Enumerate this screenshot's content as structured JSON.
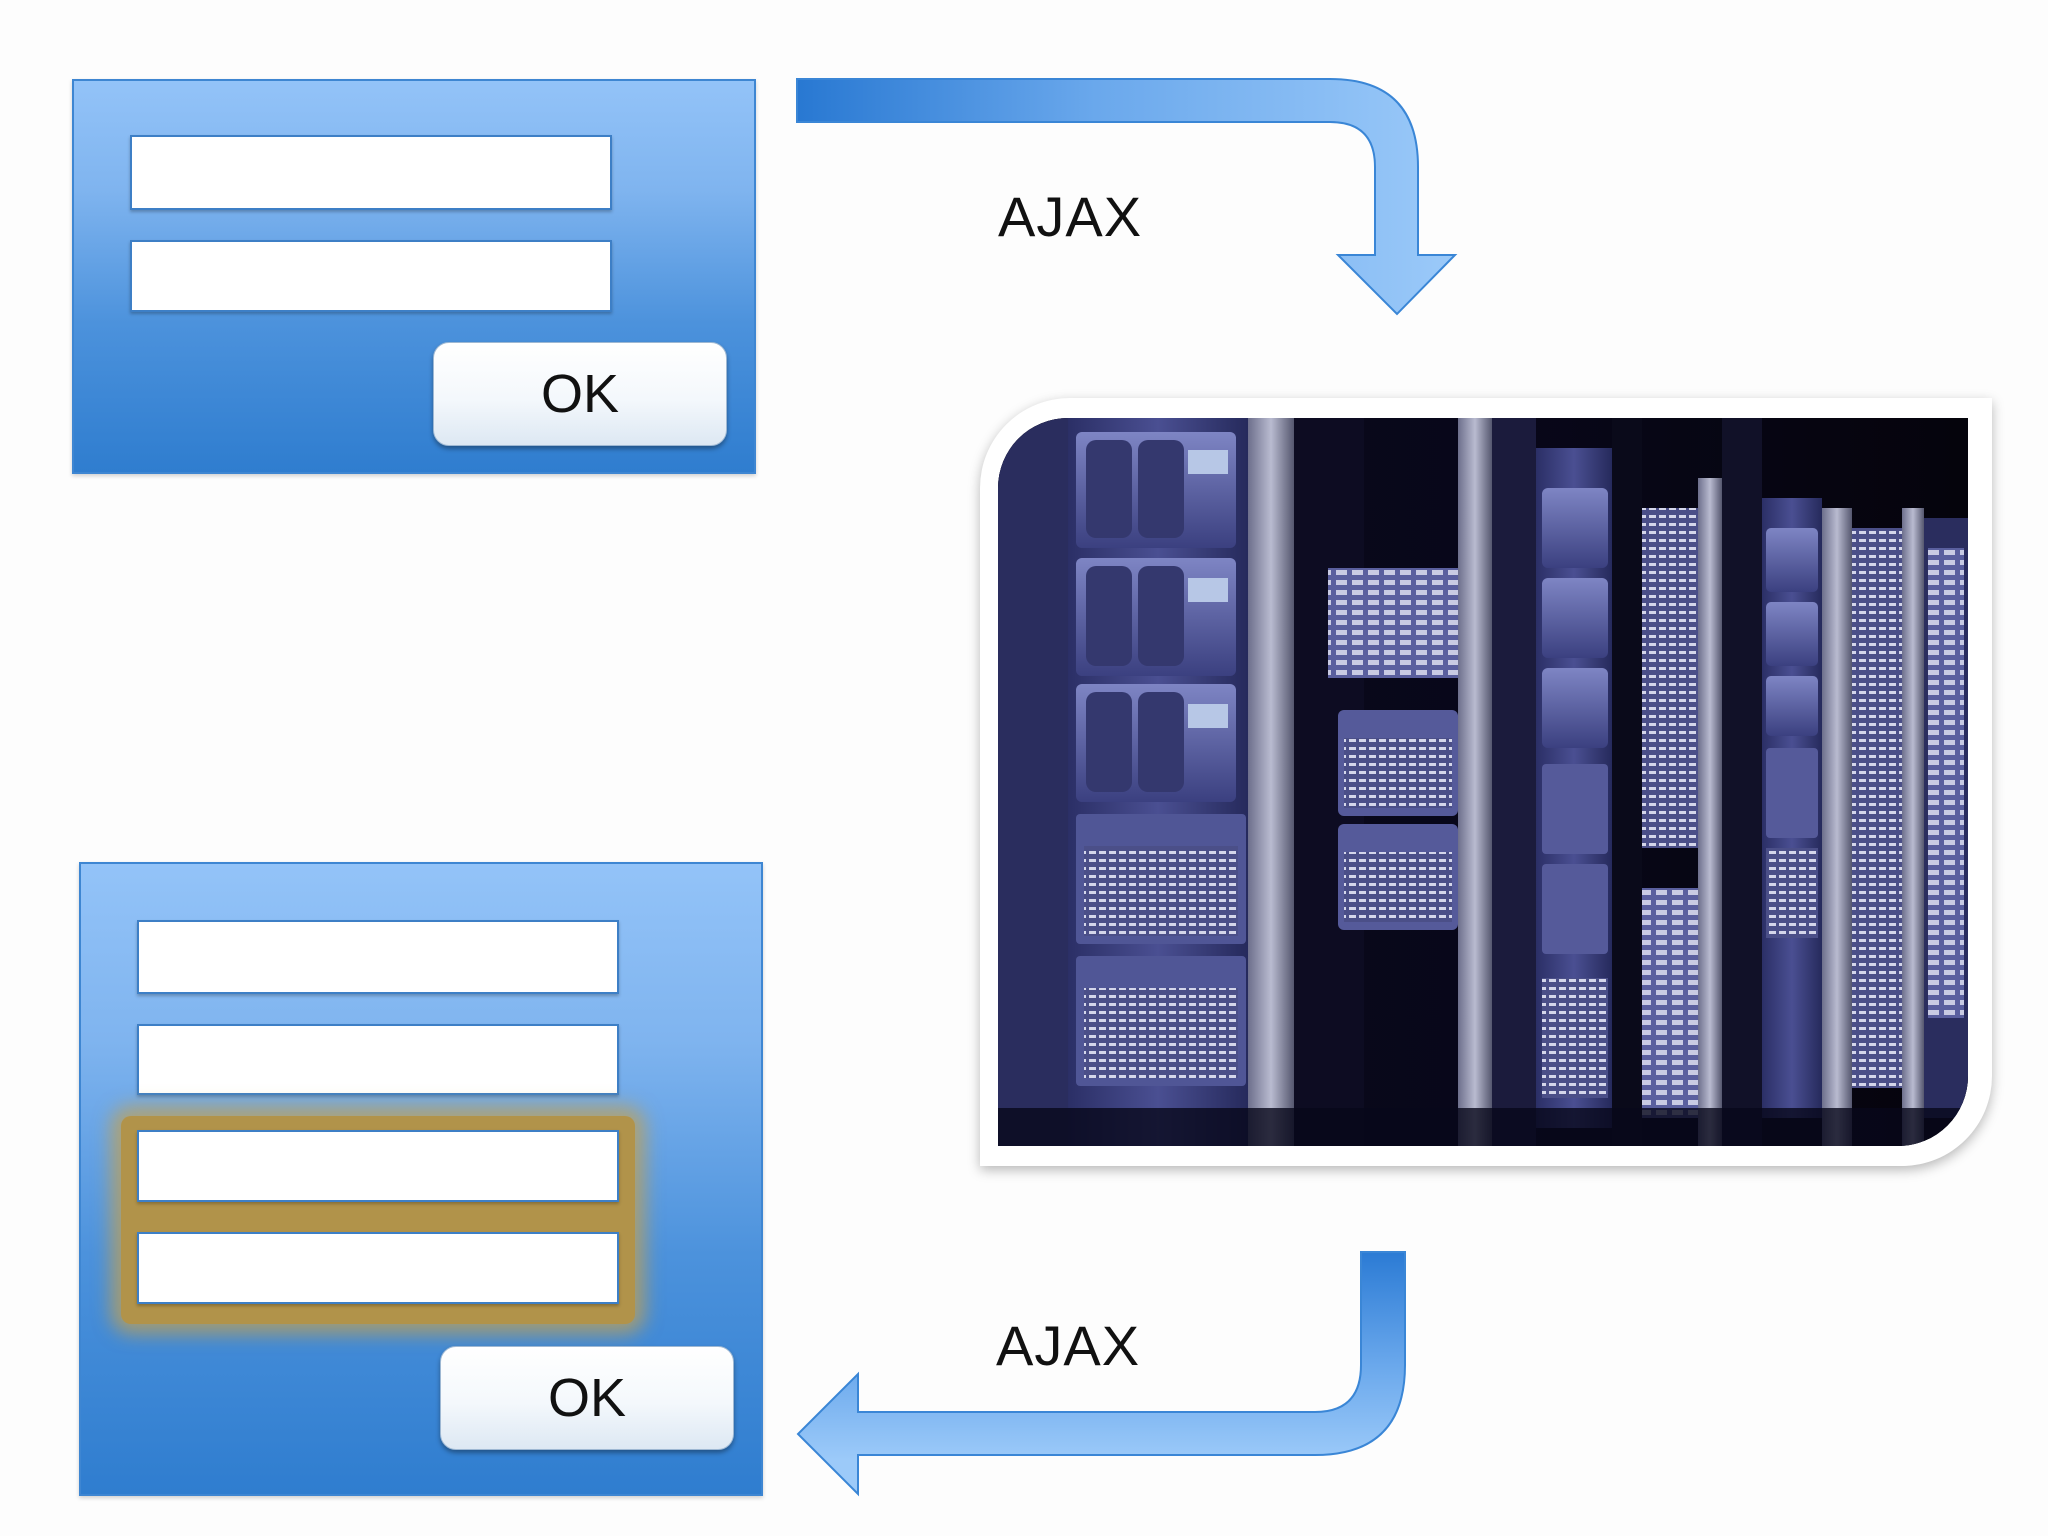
{
  "top_form": {
    "ok_label": "OK"
  },
  "bottom_form": {
    "ok_label": "OK"
  },
  "arrows": {
    "request_label": "AJAX",
    "response_label": "AJAX"
  },
  "server_image": {
    "icon": "server-rack-photo"
  },
  "colors": {
    "panel_top": "#93c3f8",
    "panel_bottom": "#2f7dcf",
    "arrow": "#3a8ee0",
    "highlight": "#b1934a"
  }
}
